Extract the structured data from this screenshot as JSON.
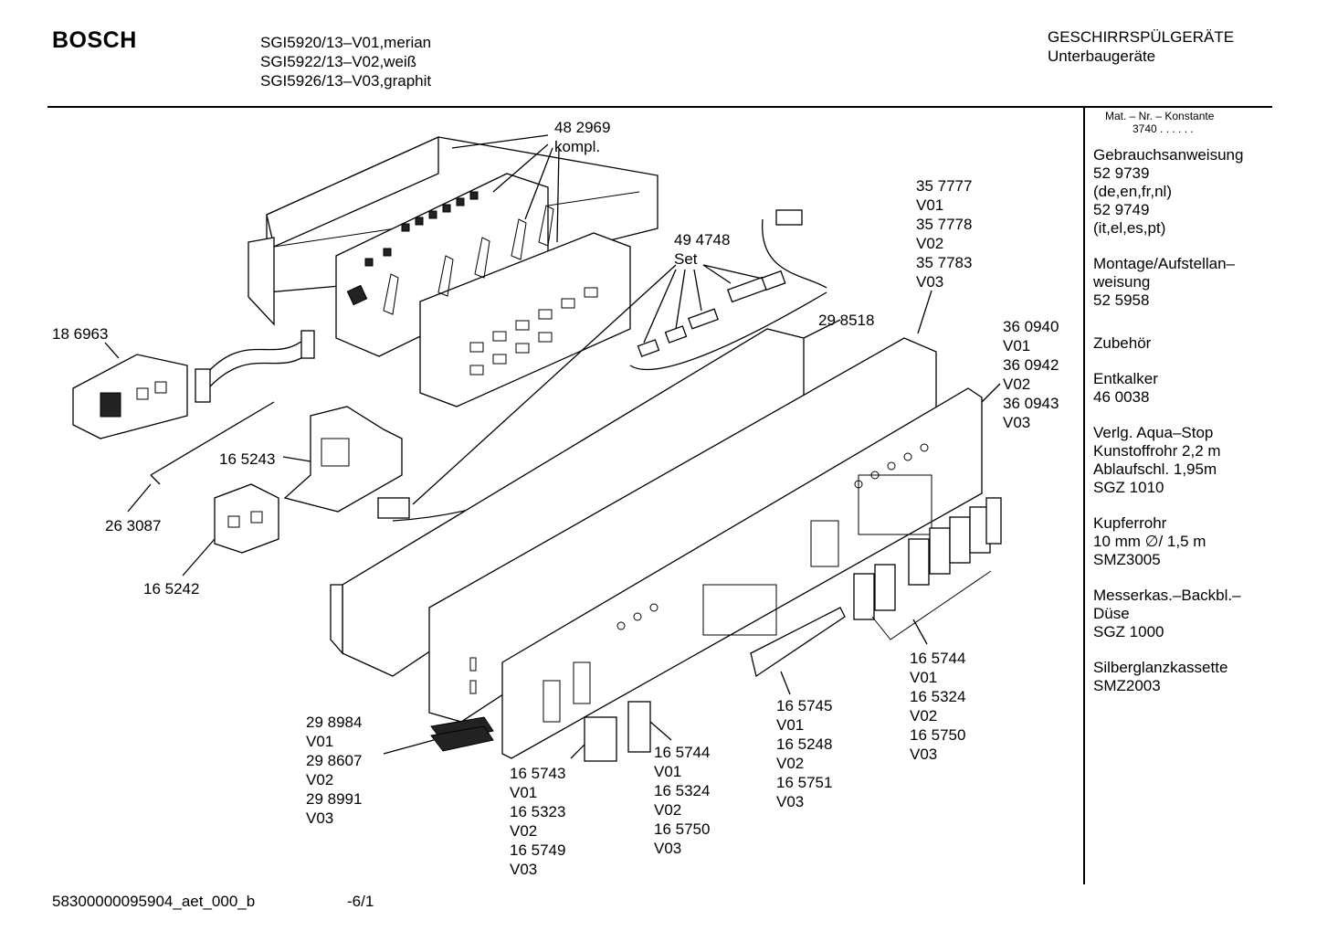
{
  "header": {
    "brand": "BOSCH",
    "models": [
      "SGI5920/13–V01,merian",
      "SGI5922/13–V02,weiß",
      "SGI5926/13–V03,graphit"
    ],
    "category_title": "GESCHIRRSPÜLGERÄTE",
    "category_subtitle": "Unterbaugeräte"
  },
  "sidebar": {
    "matnr_label": "Mat. – Nr. – Konstante",
    "matnr_value": "3740  .  .  .  .  .  .",
    "items": [
      "Gebrauchsanweisung\n52 9739\n(de,en,fr,nl)\n52 9749\n(it,el,es,pt)",
      "Montage/Aufstellan–\nweisung\n52 5958",
      "",
      "Zubehör",
      "Entkalker\n46 0038",
      "Verlg. Aqua–Stop\nKunstoffrohr 2,2 m\nAblaufschl. 1,95m\nSGZ 1010",
      "Kupferrohr\n10 mm ∅/ 1,5 m\nSMZ3005",
      "Messerkas.–Backbl.–\nDüse\nSGZ 1000",
      "Silberglanzkassette\nSMZ2003"
    ]
  },
  "callouts": {
    "c482969": "48 2969\nkompl.",
    "c494748": "49 4748\nSet",
    "c357777": "35 7777\nV01\n35 7778\nV02\n35 7783\nV03",
    "c298518": "29 8518",
    "c360940": "36 0940\nV01\n36 0942\nV02\n36 0943\nV03",
    "c186963": "18 6963",
    "c165243": "16 5243",
    "c263087": "26 3087",
    "c165242": "16 5242",
    "c298984": "29 8984\nV01\n29 8607\nV02\n29 8991\nV03",
    "c165743": "16 5743\nV01\n16 5323\nV02\n16 5749\nV03",
    "c165744a": "16 5744\nV01\n16 5324\nV02\n16 5750\nV03",
    "c165745": "16 5745\nV01\n16 5248\nV02\n16 5751\nV03",
    "c165744b": "16 5744\nV01\n16 5324\nV02\n16 5750\nV03"
  },
  "footer": {
    "code": "58300000095904_aet_000_b",
    "page": "-6/1"
  }
}
